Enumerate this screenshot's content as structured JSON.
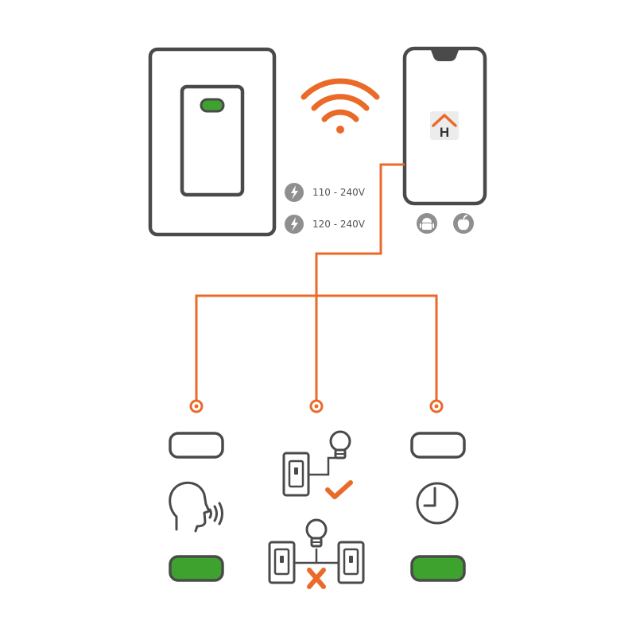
{
  "colors": {
    "outline": "#4a4a4a",
    "accent": "#ea6a2a",
    "green": "#3ea32e",
    "badge": "#8f8f8f"
  },
  "voltage": {
    "item1": "110 - 240V",
    "item2": "120 - 240V"
  },
  "icons": {
    "wifi": "wifi-icon",
    "app": "home-app-icon",
    "android": "android-icon",
    "apple": "apple-icon",
    "voice": "voice-control-icon",
    "timer": "clock-icon",
    "check": "check-icon",
    "cross": "cross-icon"
  },
  "app_letter": "H"
}
